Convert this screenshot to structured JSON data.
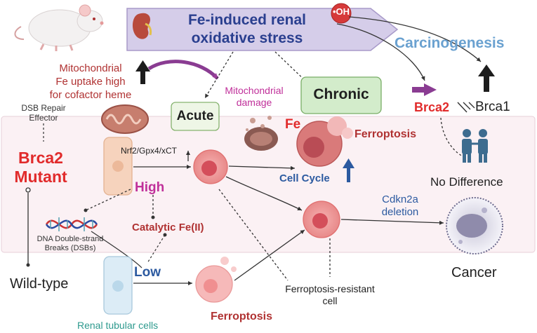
{
  "banner": {
    "line1": "Fe-induced renal",
    "line2": "oxidative stress",
    "radical": "•OH"
  },
  "carcinogenesis": "Carcinogenesis",
  "mito_uptake": {
    "line1": "Mitochondrial",
    "line2": "Fe uptake high",
    "line3": "for cofactor heme"
  },
  "mito_damage": {
    "line1": "Mitochondrial",
    "line2": "damage"
  },
  "acute": "Acute",
  "chronic": "Chronic",
  "brca2_top": "Brca2",
  "brca1": "Brca1",
  "no_difference": "No Difference",
  "dsb_effector": {
    "line1": "DSB Repair",
    "line2": "Effector"
  },
  "brca2_mutant": {
    "line1": "Brca2",
    "line2": "Mutant"
  },
  "pathway": "Nrf2/Gpx4/xCT",
  "fe": "Fe",
  "ferroptosis_top": "Ferroptosis",
  "cell_cycle": "Cell Cycle",
  "high": "High",
  "catalytic_fe": "Catalytic Fe(II)",
  "dsb": {
    "line1": "DNA Double-strand",
    "line2": "Breaks (DSBs)"
  },
  "cdkn2a": {
    "line1": "Cdkn2a",
    "line2": "deletion"
  },
  "cancer": "Cancer",
  "low": "Low",
  "wild_type": "Wild-type",
  "resistant": {
    "line1": "Ferroptosis-resistant",
    "line2": "cell"
  },
  "ferroptosis_bottom": "Ferroptosis",
  "renal_cells": "Renal tubular cells",
  "colors": {
    "red": "#e12b2b",
    "dark_red": "#b03232",
    "blue": "#2c5aa0",
    "light_blue": "#6aa1d0",
    "magenta": "#c0309a",
    "teal": "#2e9a8e",
    "banner_fill": "#d5cde9",
    "green_box": "#d3eccb"
  }
}
